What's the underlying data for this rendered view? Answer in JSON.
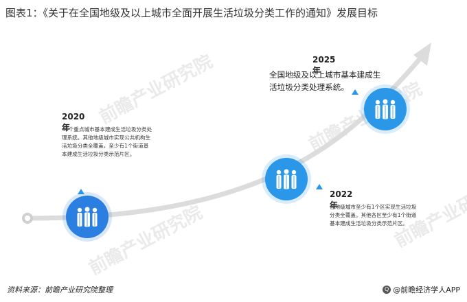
{
  "title": "图表1：《关于在全国地级及以上城市全面开展生活垃圾分类工作的通知》发展目标",
  "milestones": [
    {
      "year": "2020年",
      "lines": [
        "46个重点城市基本建成生活垃圾分类处",
        "理系统。其他地级城市实现公共机构生",
        "活垃圾分类全覆盖，至少有1个街道基",
        "本建成生活垃圾分类示范片区。"
      ],
      "icon": "people-group-icon"
    },
    {
      "year": "2022年",
      "lines": [
        "各地级城市至少有1个区实现生活垃圾",
        "分类全覆盖。其他各区至少有1个街道",
        "基本建成生活垃圾分类示范片区。"
      ],
      "icon": "people-group-icon"
    },
    {
      "year": "2025年",
      "lines": [
        "全国地级及以上城市基本建成生",
        "活垃圾分类处理系统。"
      ],
      "icon": "people-group-icon"
    }
  ],
  "footer": {
    "source": "资料来源：前瞻产业研究院整理",
    "brand": "@前瞻经济学人APP",
    "brand_icon": "qianzhan-logo-icon"
  },
  "watermark": "前瞻产业研究院",
  "colors": {
    "accent": "#2a97e8",
    "curve": "#dcdcdc"
  }
}
